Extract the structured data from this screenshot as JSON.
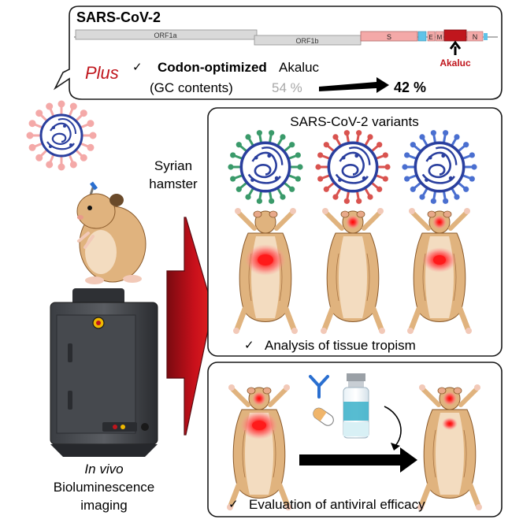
{
  "genome_box": {
    "title": "SARS-CoV-2",
    "genes": [
      "ORF1a",
      "ORF1b",
      "S",
      "E",
      "M",
      "N"
    ],
    "reporter": "Akaluc",
    "plus": "Plus",
    "check": "✓",
    "codon_bold": "Codon-optimized",
    "codon_rest": "Akaluc",
    "gc_label": "(GC contents)",
    "gc_before": "54 %",
    "gc_after": "42 %"
  },
  "left": {
    "animal_line1": "Syrian",
    "animal_line2": "hamster",
    "imaging_line1": "In vivo",
    "imaging_line2": "Bioluminescence",
    "imaging_line3": "imaging"
  },
  "variants_box": {
    "title": "SARS-CoV-2 variants",
    "check": "✓",
    "caption": "Analysis of tissue tropism",
    "spike_colors": [
      "#3a9a6a",
      "#d9534f",
      "#4a6fd0"
    ]
  },
  "antiviral_box": {
    "check": "✓",
    "caption": "Evaluation of antiviral efficacy"
  },
  "colors": {
    "plus_red": "#c0161d",
    "akaluc_red": "#c0161d",
    "arrow_red": "#c8101b",
    "gene_gray": "#d9d9d9",
    "spike_pink": "#f4a9a8",
    "virus_blue": "#2a3f9e",
    "hamster_tan": "#e0b37e",
    "glow_red": "#ff2a2a"
  }
}
